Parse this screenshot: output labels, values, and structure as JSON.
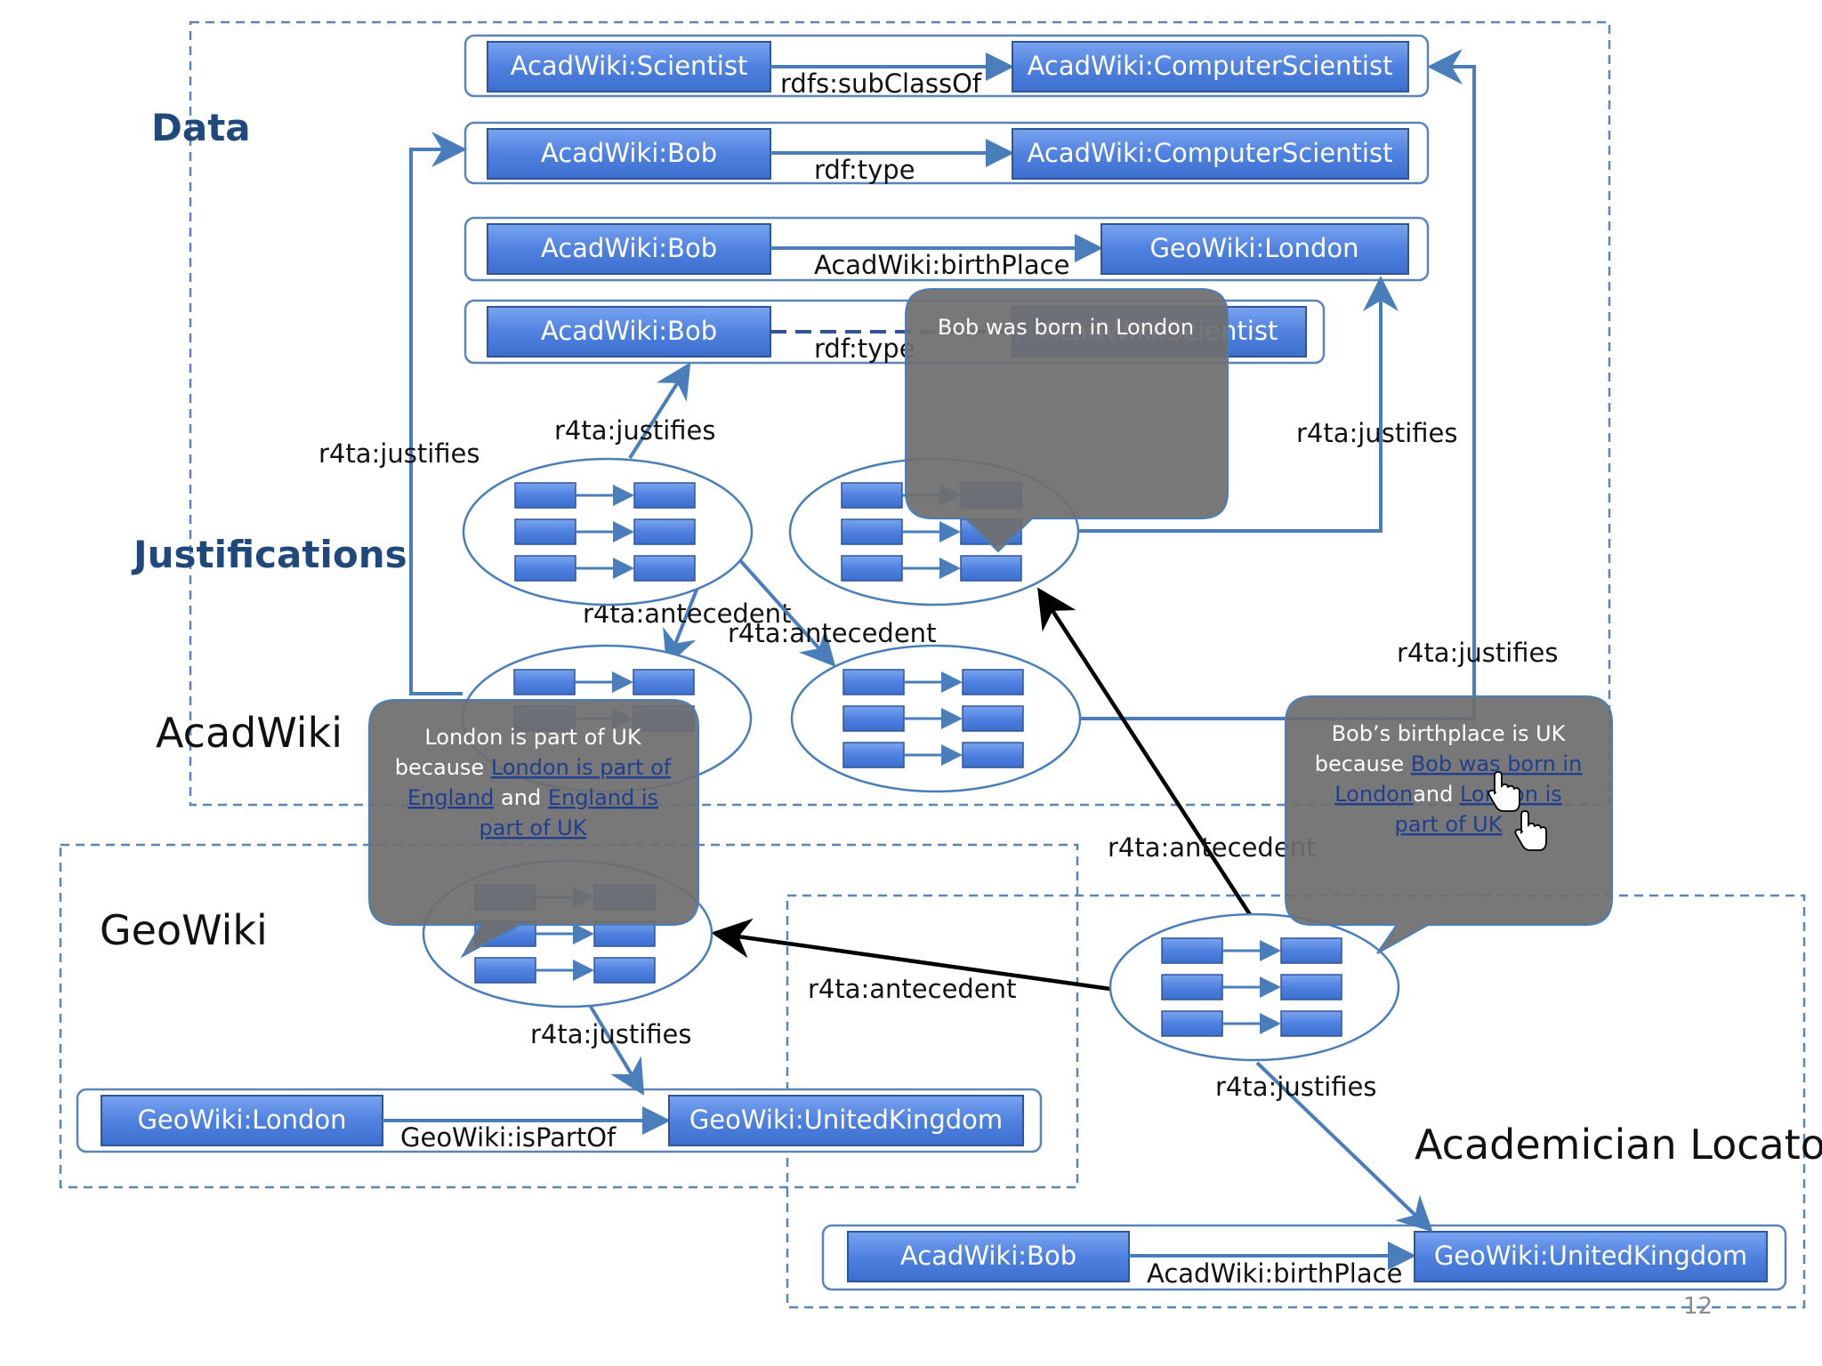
{
  "sections": {
    "data": "Data",
    "justifications": "Justifications"
  },
  "regions": {
    "acadwiki": "AcadWiki",
    "geowiki": "GeoWiki",
    "locator": "Academician Locator"
  },
  "triples": [
    {
      "subject": "AcadWiki:Scientist",
      "predicate": "rdfs:subClassOf",
      "object": "AcadWiki:ComputerScientist"
    },
    {
      "subject": "AcadWiki:Bob",
      "predicate": "rdf:type",
      "object": "AcadWiki:ComputerScientist"
    },
    {
      "subject": "AcadWiki:Bob",
      "predicate": "AcadWiki:birthPlace",
      "object": "GeoWiki:London"
    },
    {
      "subject": "AcadWiki:Bob",
      "predicate": "rdf:type",
      "object": "AcadWiki:Scientist"
    },
    {
      "subject": "GeoWiki:London",
      "predicate": "GeoWiki:isPartOf",
      "object": "GeoWiki:UnitedKingdom"
    },
    {
      "subject": "AcadWiki:Bob",
      "predicate": "AcadWiki:birthPlace",
      "object": "GeoWiki:UnitedKingdom"
    }
  ],
  "edges": {
    "justifies": "r4ta:justifies",
    "antecedent": "r4ta:antecedent"
  },
  "bubbles": {
    "bob_london": "Bob was born in London",
    "london_uk": {
      "line1": "London is part of UK",
      "because": "because ",
      "link1a": "London is part of",
      "link1b": "England",
      "and": " and ",
      "link2a": "England is",
      "link2b": "part of UK"
    },
    "bob_uk": {
      "line1": "Bob’s birthplace is UK",
      "because": "because ",
      "link1a": "Bob was born in",
      "link1b": "London",
      "and": "and ",
      "link2a": "London is",
      "link2b": "part of UK"
    }
  },
  "page_number": "12",
  "colors": {
    "node_fill": "#4f81e0",
    "node_stroke": "#2f5597",
    "edge": "#4a7ebb",
    "frame": "#5b84b8",
    "bubble": "#6e6e6e",
    "title": "#1f497d"
  }
}
